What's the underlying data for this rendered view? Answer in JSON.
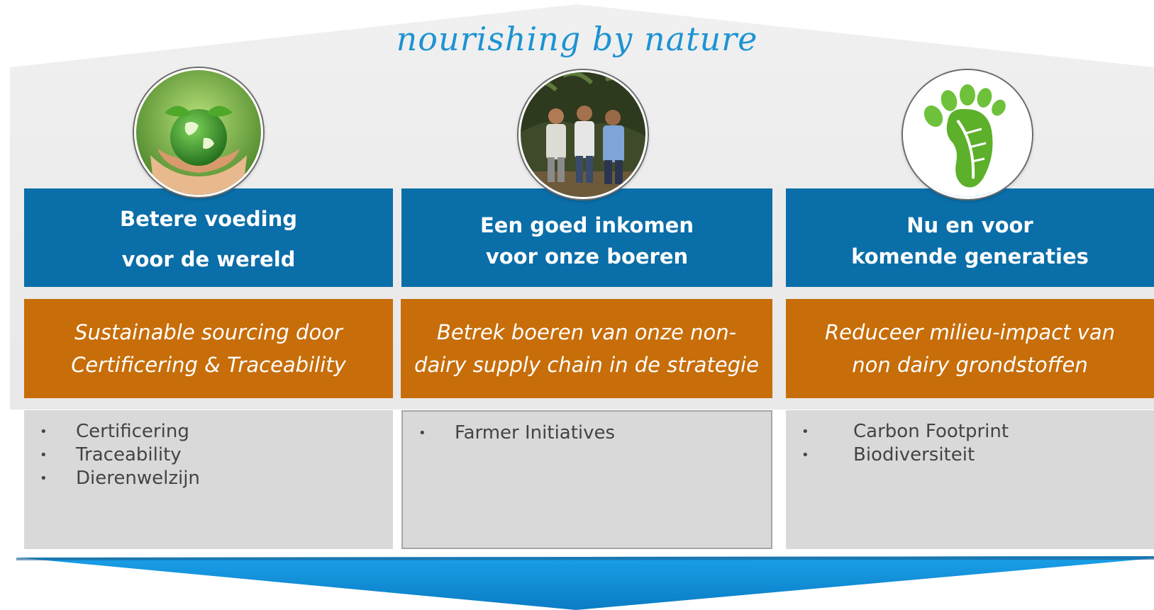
{
  "tagline": "nourishing by nature",
  "colors": {
    "primary_blue": "#0a6ea8",
    "accent_orange": "#c76d09",
    "box_gray": "#d9d9d9",
    "tagline_blue": "#1d93d3",
    "arrow_blue": "#0a88d0"
  },
  "pillars": [
    {
      "image": "hands-globe-icon",
      "heading_line1": "Betere voeding",
      "heading_line2": "voor de wereld",
      "strategy_line1": "Sustainable sourcing door",
      "strategy_line2": "Certificering & Traceability",
      "items": [
        "Certificering",
        "Traceability",
        "Dierenwelzijn"
      ]
    },
    {
      "image": "farmers-photo",
      "heading_line1": "Een goed inkomen",
      "heading_line2": "voor onze boeren",
      "strategy_line1": "Betrek boeren van onze non-",
      "strategy_line2": "dairy supply chain in de strategie",
      "items": [
        "Farmer Initiatives"
      ]
    },
    {
      "image": "leaf-footprint-icon",
      "heading_line1": "Nu en voor",
      "heading_line2": "komende generaties",
      "strategy_line1": "Reduceer milieu-impact van",
      "strategy_line2": "non dairy grondstoffen",
      "items": [
        "Carbon Footprint",
        "Biodiversiteit"
      ]
    }
  ],
  "bullet": "•"
}
